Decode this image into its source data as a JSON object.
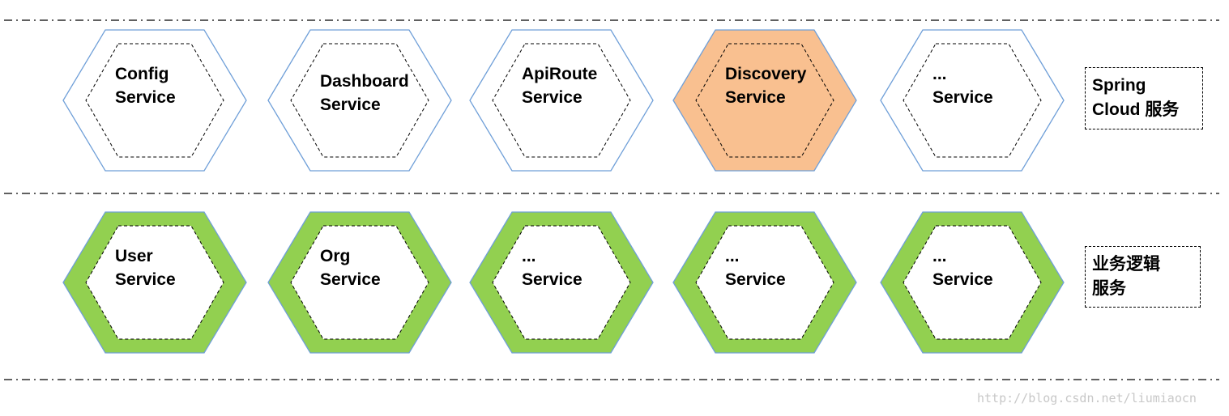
{
  "rows": [
    {
      "style": "outline",
      "fill": "#ffffff",
      "stroke": "#6f9fd8",
      "legend": [
        "Spring",
        "Cloud 服务"
      ],
      "hexes": [
        {
          "line1": "Config",
          "line2": "Service"
        },
        {
          "line1": "Dashboard",
          "line2": "Service"
        },
        {
          "line1": "ApiRoute",
          "line2": "Service"
        },
        {
          "line1": "Discovery",
          "line2": "Service",
          "highlight": "#f9c090"
        },
        {
          "line1": "...",
          "line2": "Service"
        }
      ]
    },
    {
      "style": "thick",
      "fill": "#92d050",
      "stroke": "#6f9fd8",
      "legend": [
        "业务逻辑",
        "服务"
      ],
      "hexes": [
        {
          "line1": "User",
          "line2": "Service"
        },
        {
          "line1": "Org",
          "line2": "Service"
        },
        {
          "line1": "...",
          "line2": "Service"
        },
        {
          "line1": "...",
          "line2": "Service"
        },
        {
          "line1": "...",
          "line2": "Service"
        }
      ]
    }
  ],
  "watermark": "http://blog.csdn.net/liumiaocn"
}
